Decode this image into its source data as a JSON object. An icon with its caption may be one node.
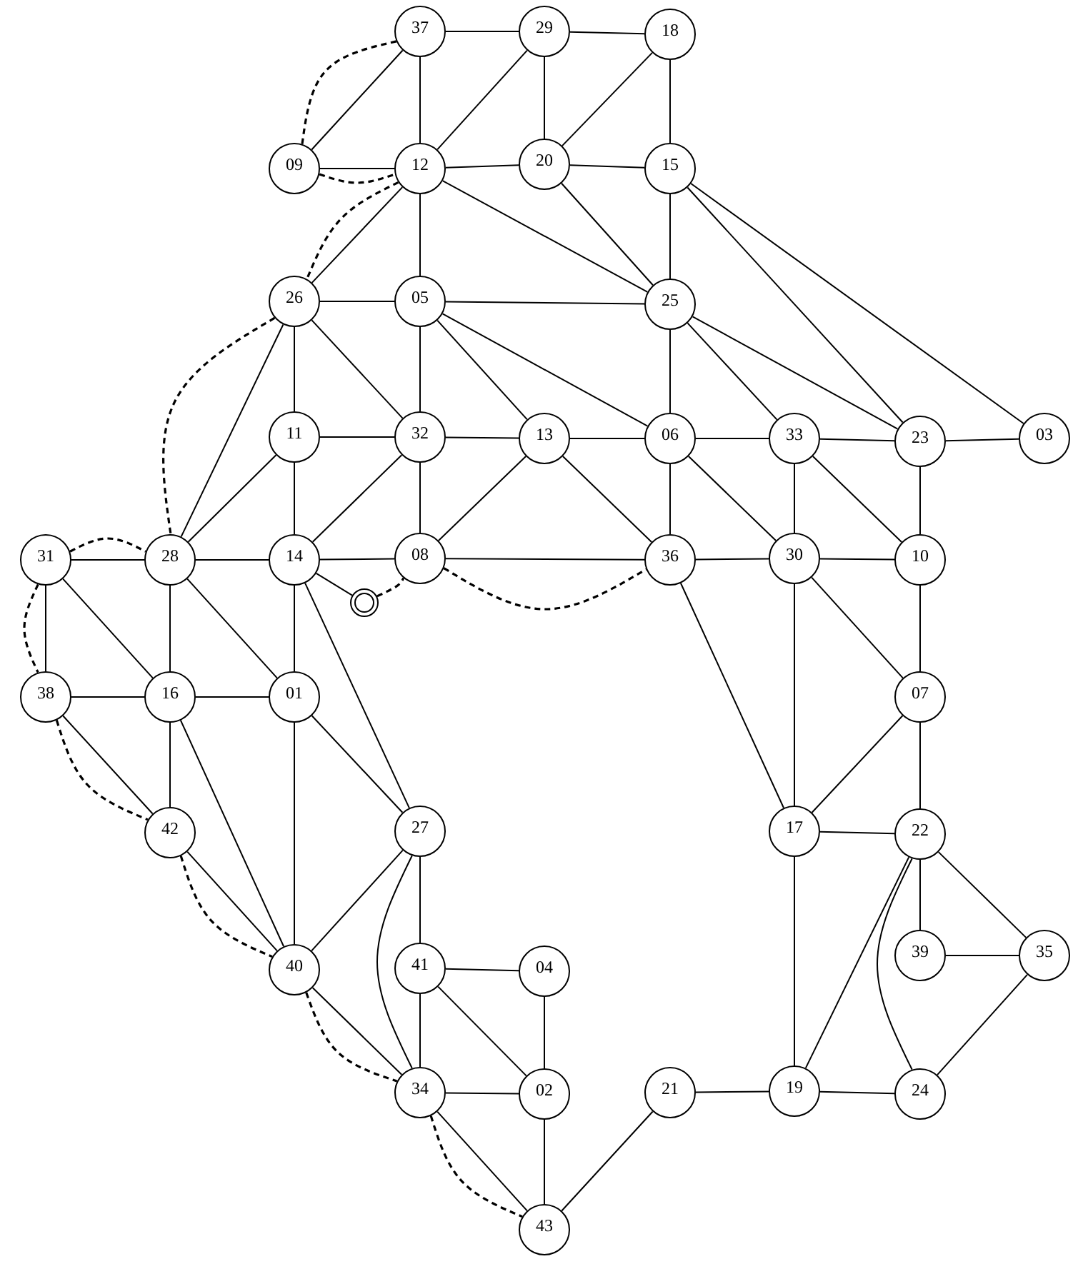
{
  "diagram": {
    "nodes": [
      {
        "text": [
          "37"
        ]
      },
      {
        "text": [
          "29"
        ]
      },
      {
        "text": [
          "18"
        ]
      },
      {
        "text": [
          "09"
        ]
      },
      {
        "text": [
          "12"
        ]
      },
      {
        "text": [
          "20"
        ]
      },
      {
        "text": [
          "15"
        ]
      },
      {
        "text": [
          "26"
        ]
      },
      {
        "text": [
          "05"
        ]
      },
      {
        "text": [
          "25"
        ]
      },
      {
        "text": [
          "11"
        ]
      },
      {
        "text": [
          "32"
        ]
      },
      {
        "text": [
          "13"
        ]
      },
      {
        "text": [
          "06"
        ]
      },
      {
        "text": [
          "33"
        ]
      },
      {
        "text": [
          "23"
        ]
      },
      {
        "text": [
          "03"
        ]
      },
      {
        "text": [
          "31"
        ]
      },
      {
        "text": [
          "28"
        ]
      },
      {
        "text": [
          "14"
        ]
      },
      {
        "text": [
          "08"
        ]
      },
      {
        "text": [
          "36"
        ]
      },
      {
        "text": [
          "30"
        ]
      },
      {
        "text": [
          "10"
        ]
      },
      {
        "text": [],
        "shape": "circle"
      },
      {
        "text": [
          "38"
        ]
      },
      {
        "text": [
          "16"
        ]
      },
      {
        "text": [
          "01"
        ]
      },
      {
        "text": [
          "07"
        ]
      },
      {
        "text": [
          "42"
        ]
      },
      {
        "text": [
          "27"
        ]
      },
      {
        "text": [
          "17"
        ]
      },
      {
        "text": [
          "22"
        ]
      },
      {
        "text": [
          "40"
        ]
      },
      {
        "text": [
          "41"
        ]
      },
      {
        "text": [
          "04"
        ]
      },
      {
        "text": [
          "39"
        ]
      },
      {
        "text": [
          "35"
        ]
      },
      {
        "text": [
          "34"
        ]
      },
      {
        "text": [
          "02"
        ]
      },
      {
        "text": [
          "21"
        ]
      },
      {
        "text": [
          "19"
        ]
      },
      {
        "text": [
          "24"
        ]
      },
      {
        "text": [
          "43"
        ]
      }
    ],
    "edges": [
      {
        "from": 0,
        "to": 1,
        "arrow": "none"
      },
      {
        "from": 1,
        "to": 2,
        "arrow": "none"
      },
      {
        "from": 0,
        "to": 4,
        "arrow": "none"
      },
      {
        "from": 0,
        "to": 3,
        "arrow": "none"
      },
      {
        "from": 1,
        "to": 4,
        "arrow": "none"
      },
      {
        "from": 1,
        "to": 5,
        "arrow": "none"
      },
      {
        "from": 2,
        "to": 5,
        "arrow": "none"
      },
      {
        "from": 2,
        "to": 6,
        "arrow": "none"
      },
      {
        "from": 3,
        "to": 4,
        "arrow": "none"
      },
      {
        "from": 4,
        "to": 5,
        "arrow": "none"
      },
      {
        "from": 5,
        "to": 6,
        "arrow": "none"
      },
      {
        "from": 4,
        "to": 8,
        "arrow": "none"
      },
      {
        "from": 4,
        "to": 7,
        "arrow": "none"
      },
      {
        "from": 4,
        "to": 9,
        "arrow": "none"
      },
      {
        "from": 5,
        "to": 9,
        "arrow": "none"
      },
      {
        "from": 6,
        "to": 9,
        "arrow": "none"
      },
      {
        "from": 6,
        "to": 15,
        "arrow": "none"
      },
      {
        "from": 6,
        "to": 16,
        "arrow": "none"
      },
      {
        "from": 7,
        "to": 8,
        "arrow": "none"
      },
      {
        "from": 8,
        "to": 9,
        "arrow": "none"
      },
      {
        "from": 7,
        "to": 10,
        "arrow": "none"
      },
      {
        "from": 7,
        "to": 18,
        "arrow": "none"
      },
      {
        "from": 7,
        "to": 11,
        "arrow": "none"
      },
      {
        "from": 8,
        "to": 11,
        "arrow": "none"
      },
      {
        "from": 8,
        "to": 12,
        "arrow": "none"
      },
      {
        "from": 8,
        "to": 13,
        "arrow": "none"
      },
      {
        "from": 9,
        "to": 13,
        "arrow": "none"
      },
      {
        "from": 9,
        "to": 14,
        "arrow": "none"
      },
      {
        "from": 9,
        "to": 15,
        "arrow": "none"
      },
      {
        "from": 10,
        "to": 11,
        "arrow": "none"
      },
      {
        "from": 10,
        "to": 19,
        "arrow": "none"
      },
      {
        "from": 10,
        "to": 18,
        "arrow": "none"
      },
      {
        "from": 11,
        "to": 12,
        "arrow": "none"
      },
      {
        "from": 11,
        "to": 19,
        "arrow": "none"
      },
      {
        "from": 11,
        "to": 20,
        "arrow": "none"
      },
      {
        "from": 12,
        "to": 13,
        "arrow": "none"
      },
      {
        "from": 12,
        "to": 20,
        "arrow": "none"
      },
      {
        "from": 12,
        "to": 21,
        "arrow": "none"
      },
      {
        "from": 13,
        "to": 14,
        "arrow": "none"
      },
      {
        "from": 13,
        "to": 21,
        "arrow": "none"
      },
      {
        "from": 13,
        "to": 22,
        "arrow": "none"
      },
      {
        "from": 14,
        "to": 15,
        "arrow": "none"
      },
      {
        "from": 14,
        "to": 22,
        "arrow": "none"
      },
      {
        "from": 14,
        "to": 23,
        "arrow": "none"
      },
      {
        "from": 15,
        "to": 16,
        "arrow": "none"
      },
      {
        "from": 15,
        "to": 23,
        "arrow": "none"
      },
      {
        "from": 17,
        "to": 18,
        "arrow": "none"
      },
      {
        "from": 18,
        "to": 19,
        "arrow": "none"
      },
      {
        "from": 19,
        "to": 20,
        "arrow": "none"
      },
      {
        "from": 20,
        "to": 21,
        "arrow": "none"
      },
      {
        "from": 21,
        "to": 22,
        "arrow": "none"
      },
      {
        "from": 22,
        "to": 23,
        "arrow": "none"
      },
      {
        "from": 17,
        "to": 25,
        "arrow": "none"
      },
      {
        "from": 17,
        "to": 26,
        "arrow": "none"
      },
      {
        "from": 18,
        "to": 26,
        "arrow": "none"
      },
      {
        "from": 18,
        "to": 27,
        "arrow": "none"
      },
      {
        "from": 19,
        "to": 27,
        "arrow": "none"
      },
      {
        "from": 19,
        "to": 30,
        "arrow": "none"
      },
      {
        "from": 19,
        "to": 24,
        "arrow": "none"
      },
      {
        "from": 21,
        "to": 31,
        "arrow": "none"
      },
      {
        "from": 22,
        "to": 31,
        "arrow": "none"
      },
      {
        "from": 22,
        "to": 28,
        "arrow": "none"
      },
      {
        "from": 23,
        "to": 28,
        "arrow": "none"
      },
      {
        "from": 25,
        "to": 26,
        "arrow": "none"
      },
      {
        "from": 26,
        "to": 27,
        "arrow": "none"
      },
      {
        "from": 25,
        "to": 29,
        "arrow": "none"
      },
      {
        "from": 26,
        "to": 29,
        "arrow": "none"
      },
      {
        "from": 26,
        "to": 33,
        "arrow": "none"
      },
      {
        "from": 27,
        "to": 33,
        "arrow": "none"
      },
      {
        "from": 27,
        "to": 30,
        "arrow": "none"
      },
      {
        "from": 28,
        "to": 32,
        "arrow": "none"
      },
      {
        "from": 28,
        "to": 31,
        "arrow": "none"
      },
      {
        "from": 31,
        "to": 32,
        "arrow": "none"
      },
      {
        "from": 31,
        "to": 41,
        "arrow": "none"
      },
      {
        "from": 32,
        "to": 41,
        "arrow": "none"
      },
      {
        "from": 32,
        "to": 42,
        "arrow": "none"
      },
      {
        "from": 32,
        "to": 36,
        "arrow": "none"
      },
      {
        "from": 32,
        "to": 37,
        "arrow": "none"
      },
      {
        "from": 36,
        "to": 37,
        "arrow": "none"
      },
      {
        "from": 37,
        "to": 42,
        "arrow": "none"
      },
      {
        "from": 41,
        "to": 42,
        "arrow": "none"
      },
      {
        "from": 40,
        "to": 41,
        "arrow": "none"
      },
      {
        "from": 43,
        "to": 40,
        "arrow": "none"
      },
      {
        "from": 29,
        "to": 33,
        "arrow": "none"
      },
      {
        "from": 33,
        "to": 30,
        "arrow": "none"
      },
      {
        "from": 30,
        "to": 34,
        "arrow": "none"
      },
      {
        "from": 30,
        "to": 38,
        "arrow": "none"
      },
      {
        "from": 33,
        "to": 38,
        "arrow": "none"
      },
      {
        "from": 34,
        "to": 35,
        "arrow": "none"
      },
      {
        "from": 34,
        "to": 38,
        "arrow": "none"
      },
      {
        "from": 34,
        "to": 39,
        "arrow": "none"
      },
      {
        "from": 35,
        "to": 39,
        "arrow": "none"
      },
      {
        "from": 38,
        "to": 39,
        "arrow": "none"
      },
      {
        "from": 38,
        "to": 43,
        "arrow": "none"
      },
      {
        "from": 39,
        "to": 43,
        "arrow": "none"
      },
      {
        "from": 0,
        "to": 3,
        "arrow": "none",
        "style": "dashed"
      },
      {
        "from": 3,
        "to": 4,
        "arrow": "none",
        "style": "dashed"
      },
      {
        "from": 4,
        "to": 7,
        "arrow": "none",
        "style": "dashed"
      },
      {
        "from": 7,
        "to": 18,
        "arrow": "none",
        "style": "dashed"
      },
      {
        "from": 17,
        "to": 18,
        "arrow": "none",
        "style": "dashed"
      },
      {
        "from": 17,
        "to": 25,
        "arrow": "none",
        "style": "dashed"
      },
      {
        "from": 25,
        "to": 29,
        "arrow": "none",
        "style": "dashed"
      },
      {
        "from": 29,
        "to": 33,
        "arrow": "none",
        "style": "dashed"
      },
      {
        "from": 33,
        "to": 38,
        "arrow": "none",
        "style": "dashed"
      },
      {
        "from": 38,
        "to": 43,
        "arrow": "none",
        "style": "dashed"
      },
      {
        "from": 20,
        "to": 21,
        "arrow": "none",
        "style": "dashed"
      },
      {
        "from": 24,
        "to": 20,
        "arrow": "none",
        "style": "dashed"
      }
    ]
  }
}
